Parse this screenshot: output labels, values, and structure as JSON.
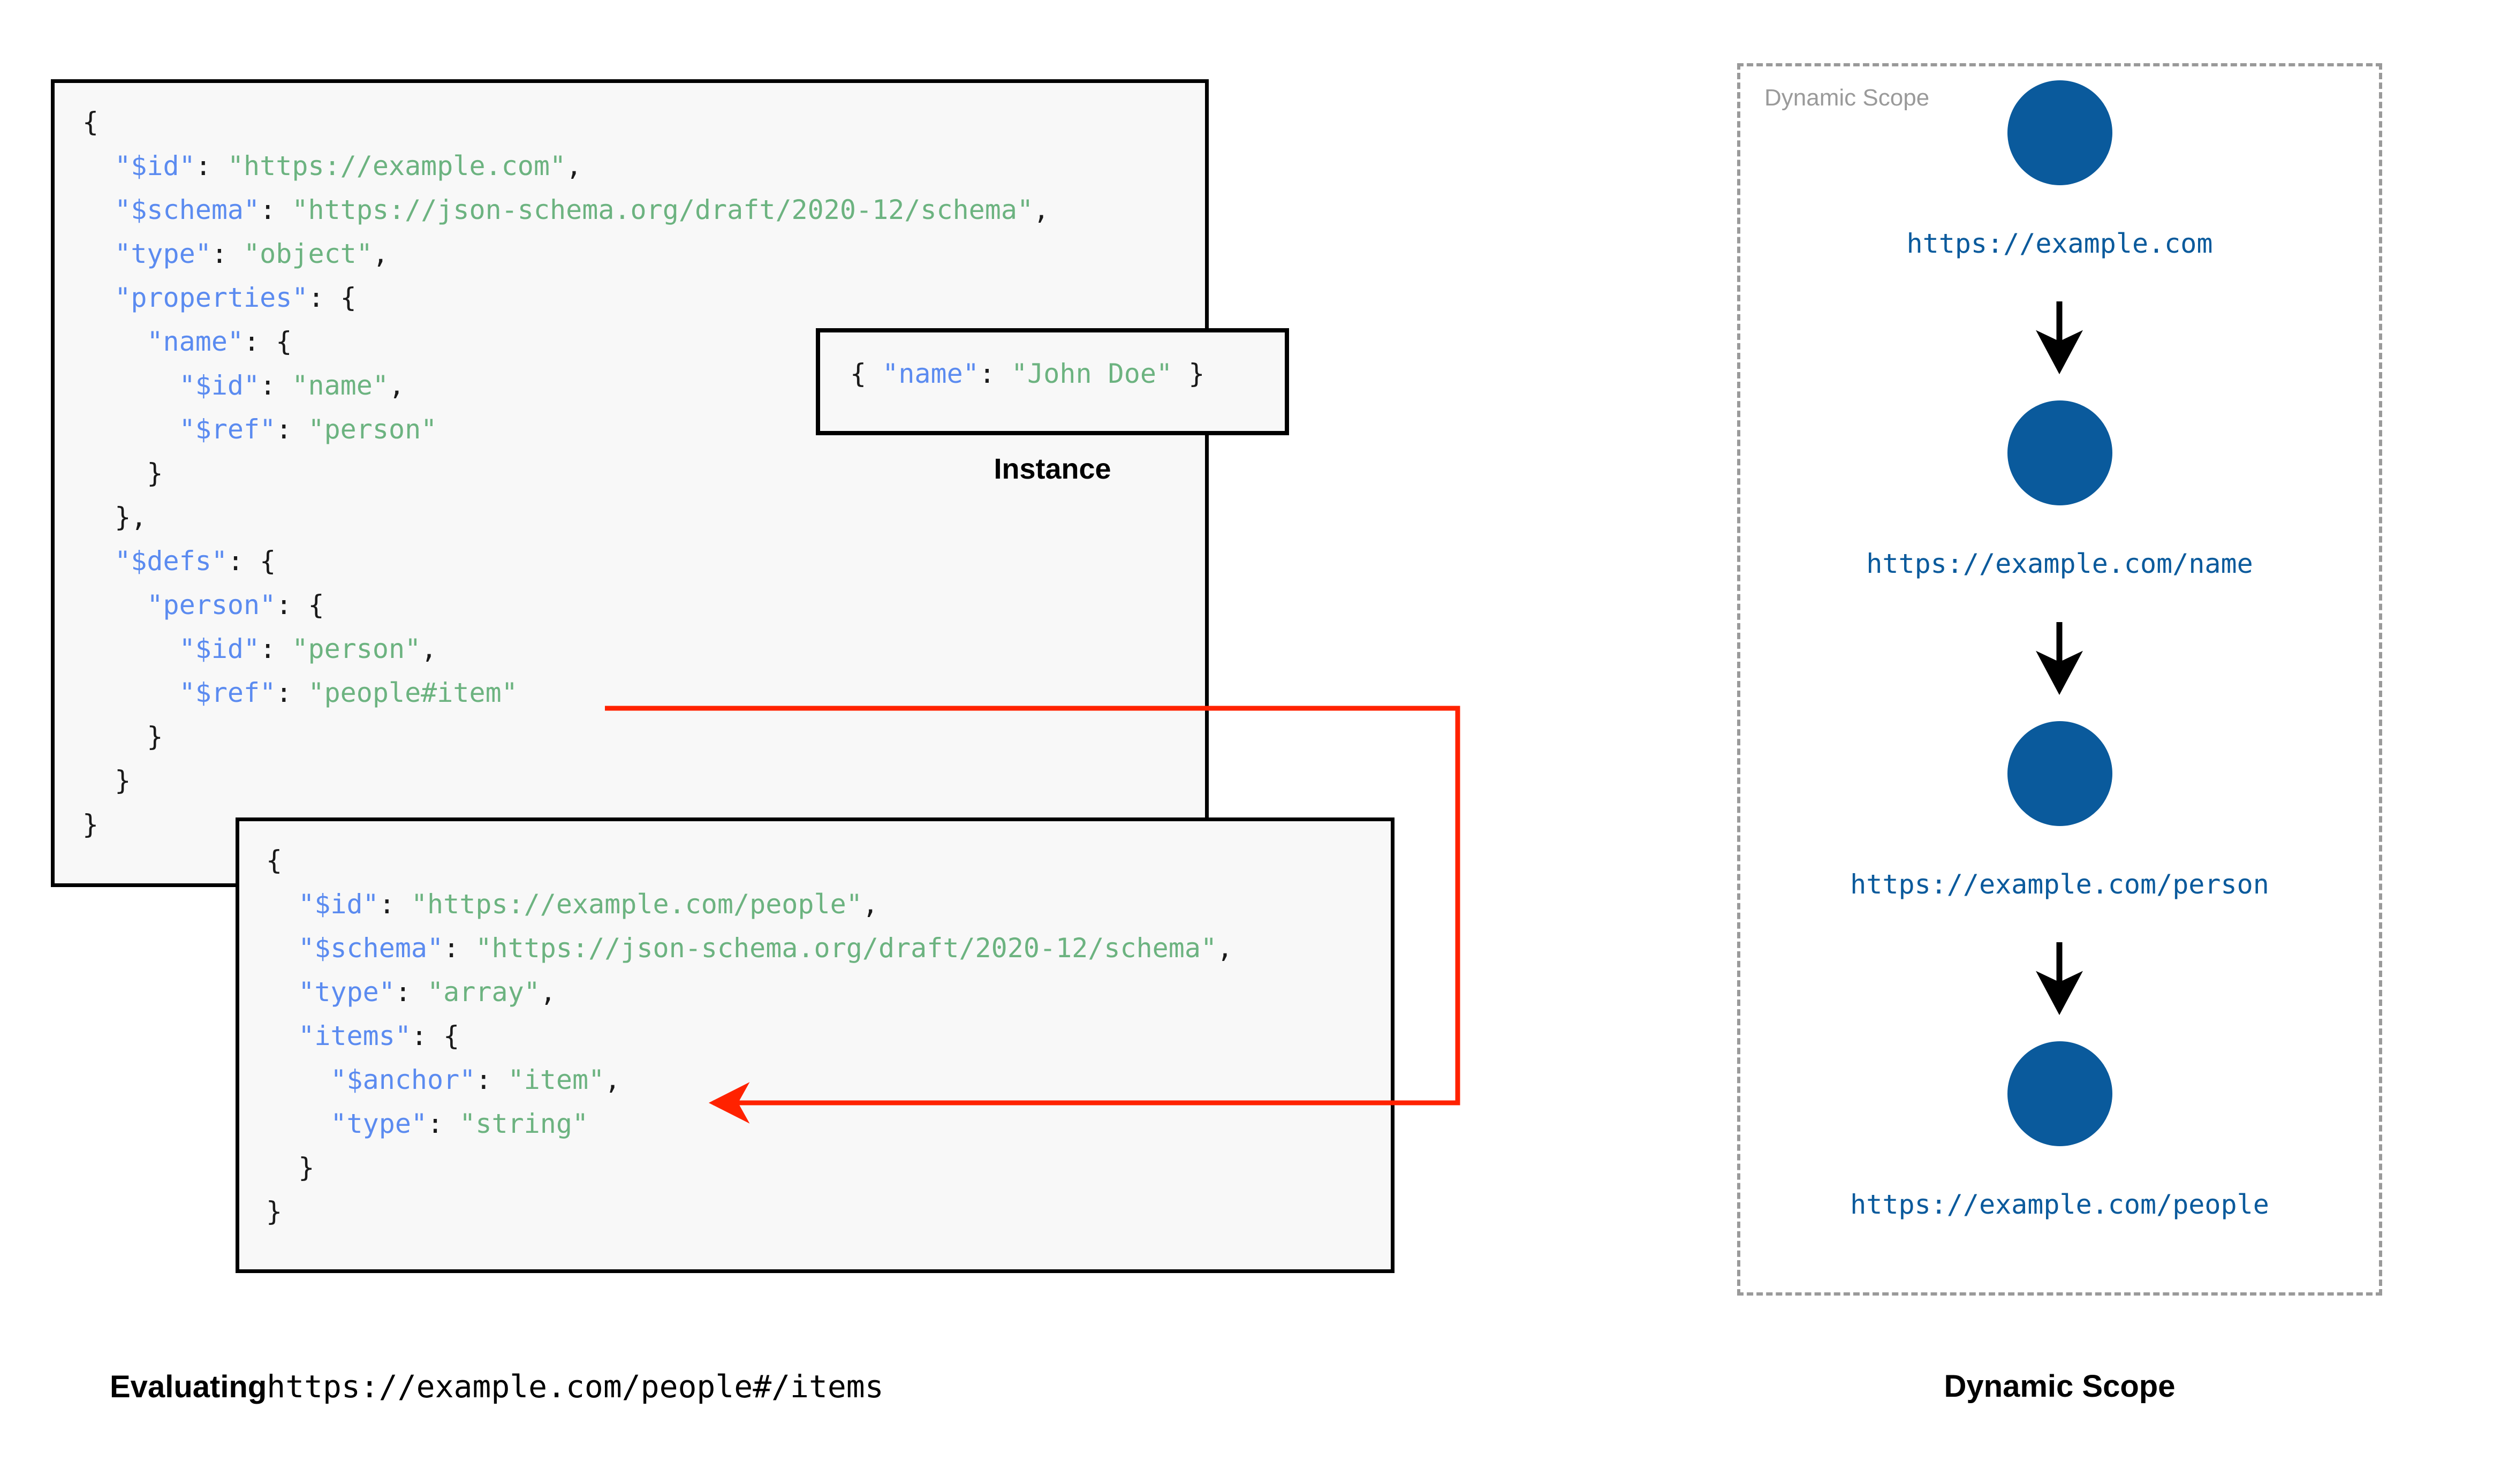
{
  "left_panel": {
    "root_schema": {
      "lines": [
        [
          {
            "t": "{",
            "c": "p"
          }
        ],
        [
          {
            "t": "  ",
            "c": "p"
          },
          {
            "t": "\"$id\"",
            "c": "k"
          },
          {
            "t": ": ",
            "c": "p"
          },
          {
            "t": "\"https://example.com\"",
            "c": "s"
          },
          {
            "t": ",",
            "c": "p"
          }
        ],
        [
          {
            "t": "  ",
            "c": "p"
          },
          {
            "t": "\"$schema\"",
            "c": "k"
          },
          {
            "t": ": ",
            "c": "p"
          },
          {
            "t": "\"https://json-schema.org/draft/2020-12/schema\"",
            "c": "s"
          },
          {
            "t": ",",
            "c": "p"
          }
        ],
        [
          {
            "t": "  ",
            "c": "p"
          },
          {
            "t": "\"type\"",
            "c": "k"
          },
          {
            "t": ": ",
            "c": "p"
          },
          {
            "t": "\"object\"",
            "c": "s"
          },
          {
            "t": ",",
            "c": "p"
          }
        ],
        [
          {
            "t": "  ",
            "c": "p"
          },
          {
            "t": "\"properties\"",
            "c": "k"
          },
          {
            "t": ": {",
            "c": "p"
          }
        ],
        [
          {
            "t": "    ",
            "c": "p"
          },
          {
            "t": "\"name\"",
            "c": "k"
          },
          {
            "t": ": {",
            "c": "p"
          }
        ],
        [
          {
            "t": "      ",
            "c": "p"
          },
          {
            "t": "\"$id\"",
            "c": "k"
          },
          {
            "t": ": ",
            "c": "p"
          },
          {
            "t": "\"name\"",
            "c": "s"
          },
          {
            "t": ",",
            "c": "p"
          }
        ],
        [
          {
            "t": "      ",
            "c": "p"
          },
          {
            "t": "\"$ref\"",
            "c": "k"
          },
          {
            "t": ": ",
            "c": "p"
          },
          {
            "t": "\"person\"",
            "c": "s"
          }
        ],
        [
          {
            "t": "    }",
            "c": "p"
          }
        ],
        [
          {
            "t": "  },",
            "c": "p"
          }
        ],
        [
          {
            "t": "  ",
            "c": "p"
          },
          {
            "t": "\"$defs\"",
            "c": "k"
          },
          {
            "t": ": {",
            "c": "p"
          }
        ],
        [
          {
            "t": "    ",
            "c": "p"
          },
          {
            "t": "\"person\"",
            "c": "k"
          },
          {
            "t": ": {",
            "c": "p"
          }
        ],
        [
          {
            "t": "      ",
            "c": "p"
          },
          {
            "t": "\"$id\"",
            "c": "k"
          },
          {
            "t": ": ",
            "c": "p"
          },
          {
            "t": "\"person\"",
            "c": "s"
          },
          {
            "t": ",",
            "c": "p"
          }
        ],
        [
          {
            "t": "      ",
            "c": "p"
          },
          {
            "t": "\"$ref\"",
            "c": "k"
          },
          {
            "t": ": ",
            "c": "p"
          },
          {
            "t": "\"people#item\"",
            "c": "s"
          }
        ],
        [
          {
            "t": "    }",
            "c": "p"
          }
        ],
        [
          {
            "t": "  }",
            "c": "p"
          }
        ],
        [
          {
            "t": "}",
            "c": "p"
          }
        ]
      ]
    },
    "instance": {
      "label": "Instance",
      "lines": [
        [
          {
            "t": "{ ",
            "c": "p"
          },
          {
            "t": "\"name\"",
            "c": "k"
          },
          {
            "t": ": ",
            "c": "p"
          },
          {
            "t": "\"John Doe\"",
            "c": "s"
          },
          {
            "t": " }",
            "c": "p"
          }
        ]
      ]
    },
    "people_schema": {
      "lines": [
        [
          {
            "t": "{",
            "c": "p"
          }
        ],
        [
          {
            "t": "  ",
            "c": "p"
          },
          {
            "t": "\"$id\"",
            "c": "k"
          },
          {
            "t": ": ",
            "c": "p"
          },
          {
            "t": "\"https://example.com/people\"",
            "c": "s"
          },
          {
            "t": ",",
            "c": "p"
          }
        ],
        [
          {
            "t": "  ",
            "c": "p"
          },
          {
            "t": "\"$schema\"",
            "c": "k"
          },
          {
            "t": ": ",
            "c": "p"
          },
          {
            "t": "\"https://json-schema.org/draft/2020-12/schema\"",
            "c": "s"
          },
          {
            "t": ",",
            "c": "p"
          }
        ],
        [
          {
            "t": "  ",
            "c": "p"
          },
          {
            "t": "\"type\"",
            "c": "k"
          },
          {
            "t": ": ",
            "c": "p"
          },
          {
            "t": "\"array\"",
            "c": "s"
          },
          {
            "t": ",",
            "c": "p"
          }
        ],
        [
          {
            "t": "  ",
            "c": "p"
          },
          {
            "t": "\"items\"",
            "c": "k"
          },
          {
            "t": ": {",
            "c": "p"
          }
        ],
        [
          {
            "t": "    ",
            "c": "p"
          },
          {
            "t": "\"$anchor\"",
            "c": "k"
          },
          {
            "t": ": ",
            "c": "p"
          },
          {
            "t": "\"item\"",
            "c": "s"
          },
          {
            "t": ",",
            "c": "p"
          }
        ],
        [
          {
            "t": "    ",
            "c": "p"
          },
          {
            "t": "\"type\"",
            "c": "k"
          },
          {
            "t": ": ",
            "c": "p"
          },
          {
            "t": "\"string\"",
            "c": "s"
          }
        ],
        [
          {
            "t": "  }",
            "c": "p"
          }
        ],
        [
          {
            "t": "}",
            "c": "p"
          }
        ]
      ]
    },
    "connector": {
      "color": "#ff2200",
      "from": "$ref: people#item",
      "to": "$anchor: item"
    },
    "caption": {
      "lead": "Evaluating",
      "uri": "https://example.com/people#/items"
    }
  },
  "right_panel": {
    "panel_title": "Dynamic Scope",
    "caption": "Dynamic Scope",
    "node_color": "#0a5a9c",
    "border_color": "#9a9a9a",
    "nodes": [
      {
        "label": "https://example.com"
      },
      {
        "label": "https://example.com/name"
      },
      {
        "label": "https://example.com/person"
      },
      {
        "label": "https://example.com/people"
      }
    ]
  }
}
